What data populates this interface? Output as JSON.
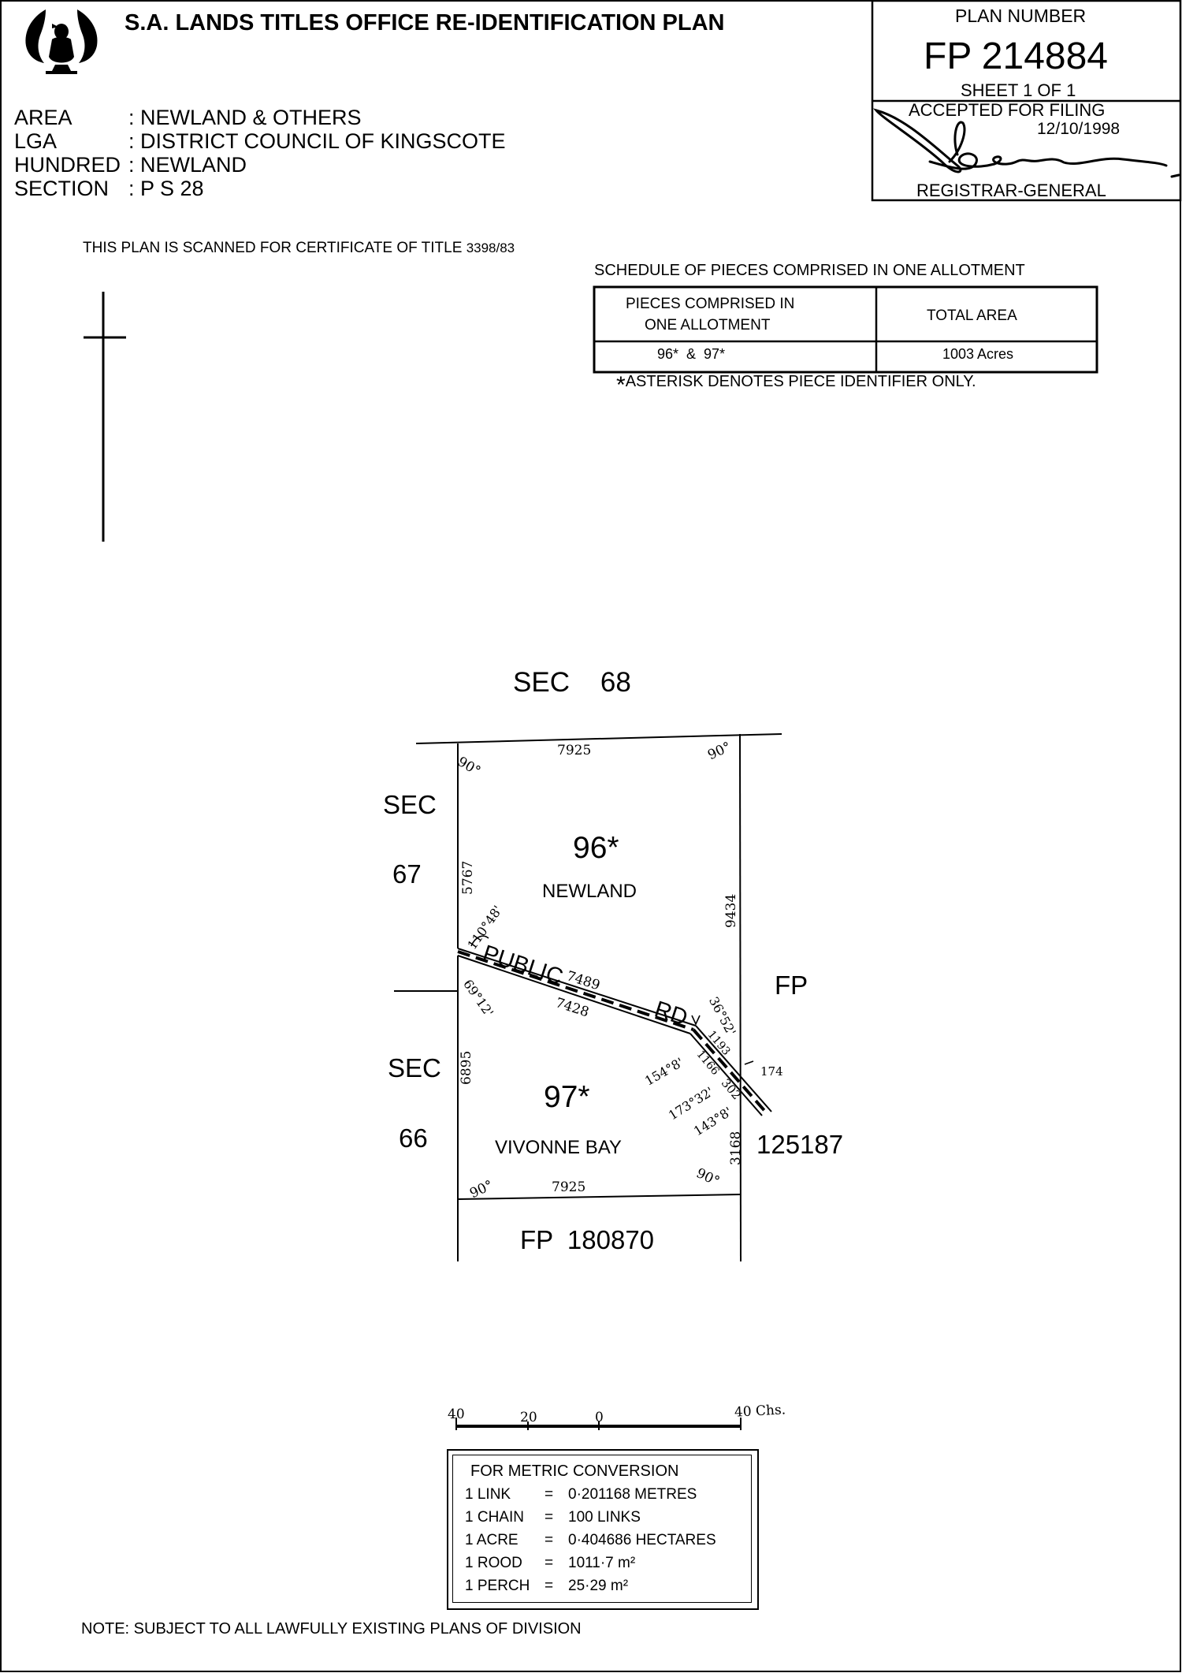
{
  "header": {
    "title": "S.A. LANDS TITLES OFFICE RE-IDENTIFICATION PLAN",
    "plan_number_label": "PLAN NUMBER",
    "plan_number": "FP 214884",
    "sheet": "SHEET 1 OF 1",
    "accepted_label": "ACCEPTED FOR FILING",
    "accepted_date": "12/10/1998",
    "registrar_label": "REGISTRAR-GENERAL",
    "emblem_icon": "sa-piping-shrike-emblem-icon"
  },
  "details": [
    {
      "label": "AREA",
      "value": ": NEWLAND & OTHERS"
    },
    {
      "label": "LGA",
      "value": ": DISTRICT COUNCIL OF KINGSCOTE"
    },
    {
      "label": "HUNDRED",
      "value": ": NEWLAND"
    },
    {
      "label": "SECTION",
      "value": ": P S 28"
    }
  ],
  "scan_note": "THIS PLAN IS SCANNED FOR CERTIFICATE OF TITLE",
  "scan_title": "3398/83",
  "schedule": {
    "title": "SCHEDULE OF PIECES COMPRISED IN ONE ALLOTMENT",
    "col1_line1": "PIECES COMPRISED IN",
    "col1_line2": "ONE ALLOTMENT",
    "col2": "TOTAL AREA",
    "pieces": "96*  &  97*",
    "area": "1003 Acres",
    "footnote_star": "*",
    "footnote": "ASTERISK DENOTES PIECE IDENTIFIER ONLY."
  },
  "plan": {
    "sec68": "SEC    68",
    "sec67_a": "SEC",
    "sec67_b": "67",
    "sec66_a": "SEC",
    "sec66_b": "66",
    "fp_right_a": "FP",
    "fp_right_b": "125187",
    "fp_bottom": "FP  180870",
    "piece96": "96*",
    "piece96_name": "NEWLAND",
    "piece97": "97*",
    "piece97_name": "VIVONNE BAY",
    "road_public": "PUBLIC",
    "road_rd": "RD",
    "dim_top": "7925",
    "dim_bottom": "7925",
    "dim_left_96": "5767",
    "dim_right_96": "9434",
    "dim_left_97": "6895",
    "dim_right_97": "3168",
    "dim_road_top": "7489",
    "dim_road_bottom": "7428",
    "dim_1193": "1193",
    "dim_1166": "1166",
    "dim_302": "302",
    "dim_174": "174",
    "ang_tl": "90°",
    "ang_tr": "90°",
    "ang_bl": "90°",
    "ang_br": "90°",
    "ang_110": "110°48'",
    "ang_69": "69°12'",
    "ang_36": "36°52'",
    "ang_154": "154°8'",
    "ang_173": "173°32'",
    "ang_143": "143°8'"
  },
  "scale": {
    "t40": "40",
    "t20": "20",
    "t0": "0",
    "t40r": "40 Chs."
  },
  "conversion": {
    "title": "FOR METRIC CONVERSION",
    "rows": [
      {
        "unit": "1 LINK",
        "eq": "=",
        "value": "0·201168 METRES"
      },
      {
        "unit": "1 CHAIN",
        "eq": "=",
        "value": "100 LINKS"
      },
      {
        "unit": "1 ACRE",
        "eq": "=",
        "value": "0·404686 HECTARES"
      },
      {
        "unit": "1 ROOD",
        "eq": "=",
        "value": "1011·7 m²"
      },
      {
        "unit": "1 PERCH",
        "eq": "=",
        "value": "25·29 m²"
      }
    ]
  },
  "footer_note": "NOTE: SUBJECT TO ALL LAWFULLY EXISTING PLANS OF DIVISION"
}
